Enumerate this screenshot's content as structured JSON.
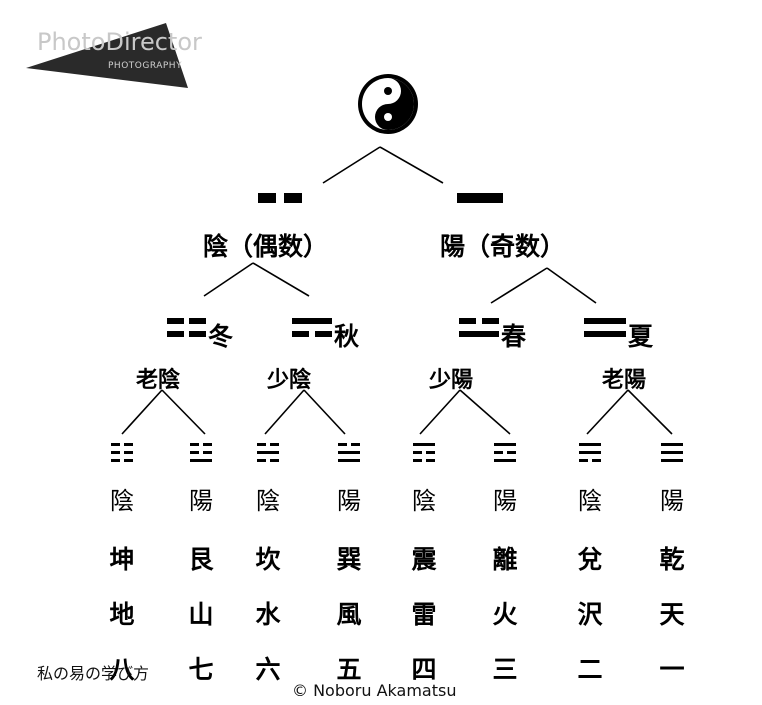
{
  "watermark": {
    "brand": "PhotoDirector",
    "tagline": "PHOTOGRAPHY"
  },
  "root_symbol": "taiji-icon",
  "level1": {
    "yin": {
      "label": "陰（偶数）"
    },
    "yang": {
      "label": "陽（奇数）"
    }
  },
  "level2": [
    {
      "season": "冬",
      "group": "老陰"
    },
    {
      "season": "秋",
      "group": "少陰"
    },
    {
      "season": "春",
      "group": "少陽"
    },
    {
      "season": "夏",
      "group": "老陽"
    }
  ],
  "trigrams": [
    {
      "polarity": "陰",
      "name": "坤",
      "element": "地",
      "number": "八",
      "lines": [
        "yin",
        "yin",
        "yin"
      ]
    },
    {
      "polarity": "陽",
      "name": "艮",
      "element": "山",
      "number": "七",
      "lines": [
        "yang",
        "yin",
        "yin"
      ]
    },
    {
      "polarity": "陰",
      "name": "坎",
      "element": "水",
      "number": "六",
      "lines": [
        "yin",
        "yang",
        "yin"
      ]
    },
    {
      "polarity": "陽",
      "name": "巽",
      "element": "風",
      "number": "五",
      "lines": [
        "yang",
        "yang",
        "yin"
      ]
    },
    {
      "polarity": "陰",
      "name": "震",
      "element": "雷",
      "number": "四",
      "lines": [
        "yin",
        "yin",
        "yang"
      ]
    },
    {
      "polarity": "陽",
      "name": "離",
      "element": "火",
      "number": "三",
      "lines": [
        "yang",
        "yin",
        "yang"
      ]
    },
    {
      "polarity": "陰",
      "name": "兌",
      "element": "沢",
      "number": "二",
      "lines": [
        "yin",
        "yang",
        "yang"
      ]
    },
    {
      "polarity": "陽",
      "name": "乾",
      "element": "天",
      "number": "一",
      "lines": [
        "yang",
        "yang",
        "yang"
      ]
    }
  ],
  "footer": {
    "left": "私の易の学び方",
    "copyright": "© Noboru Akamatsu"
  }
}
